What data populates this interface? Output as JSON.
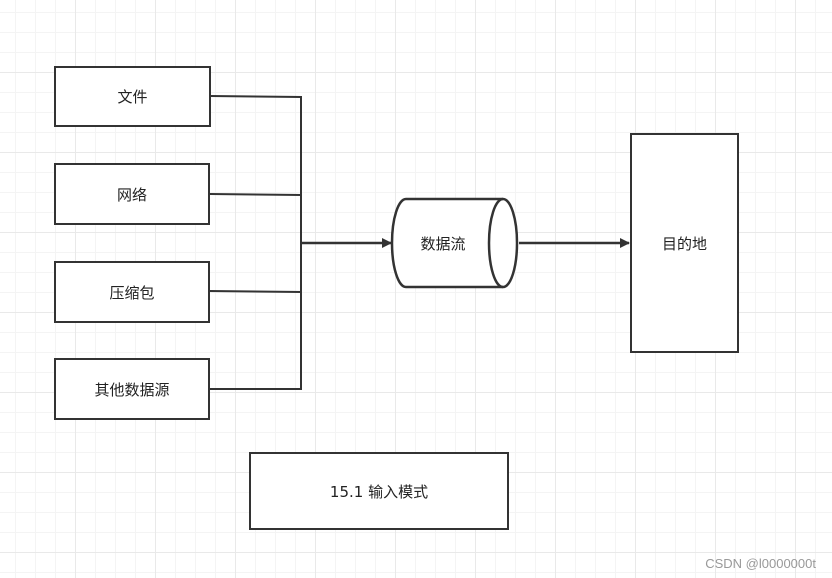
{
  "sources": [
    {
      "label": "文件"
    },
    {
      "label": "网络"
    },
    {
      "label": "压缩包"
    },
    {
      "label": "其他数据源"
    }
  ],
  "stream": {
    "label": "数据流"
  },
  "destination": {
    "label": "目的地"
  },
  "caption": {
    "label": "15.1  输入模式"
  },
  "watermark": "CSDN @l0000000t"
}
